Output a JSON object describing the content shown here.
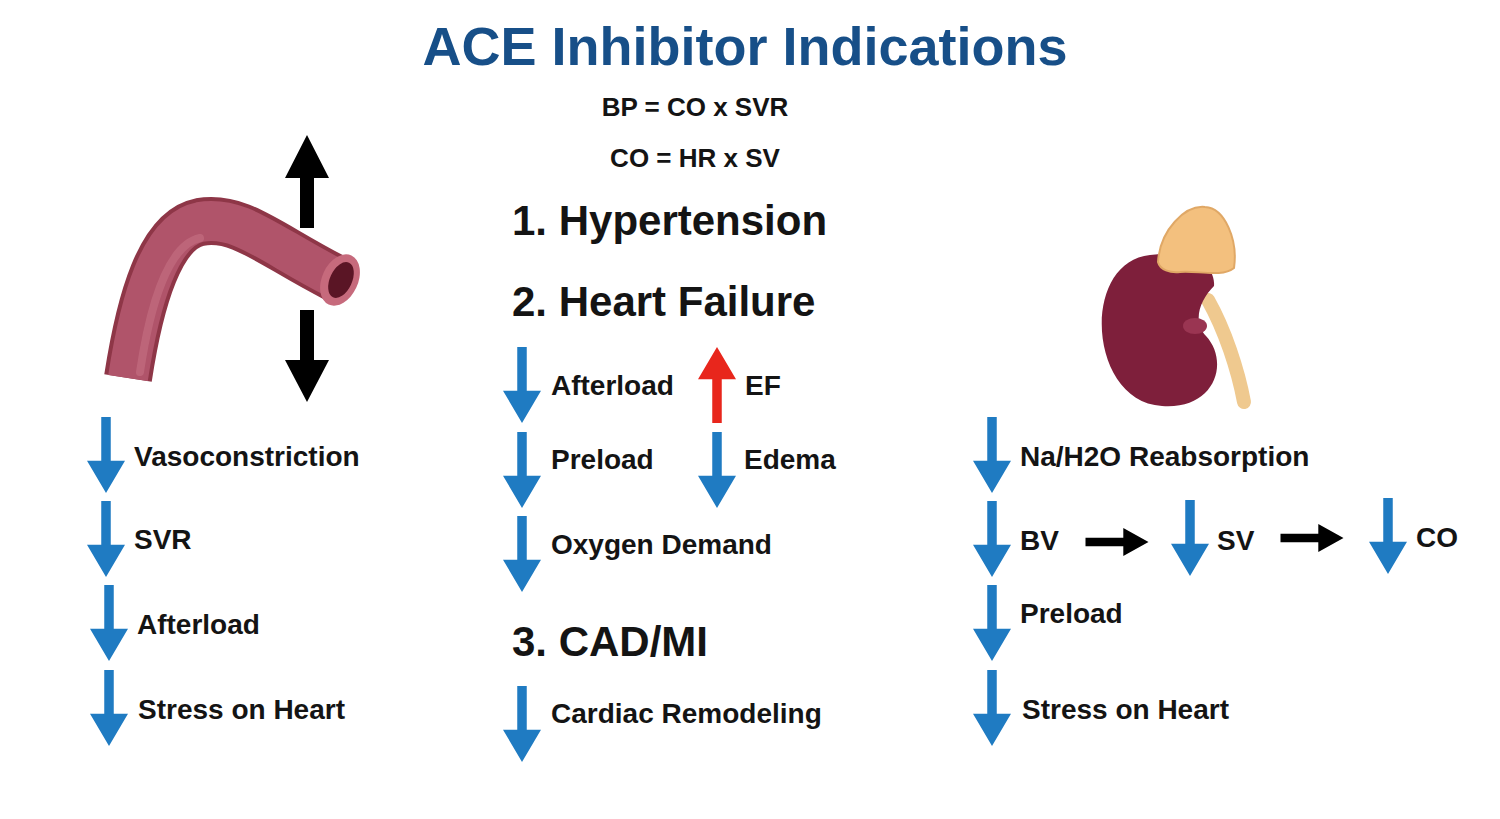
{
  "diagram": {
    "title": "ACE Inhibitor Indications",
    "labels": [
      "BP = CO x SVR",
      "CO = HR x SV",
      "1. Hypertension",
      "2. Heart Failure",
      "Afterload",
      "EF",
      "Preload",
      "Edema",
      "Oxygen Demand",
      "3. CAD/MI",
      "Cardiac Remodeling",
      "Vasoconstriction",
      "SVR",
      "Afterload",
      "Stress on Heart",
      "Na/H2O Reabsorption",
      "BV",
      "SV",
      "CO",
      "Preload",
      "Stress on Heart"
    ]
  }
}
